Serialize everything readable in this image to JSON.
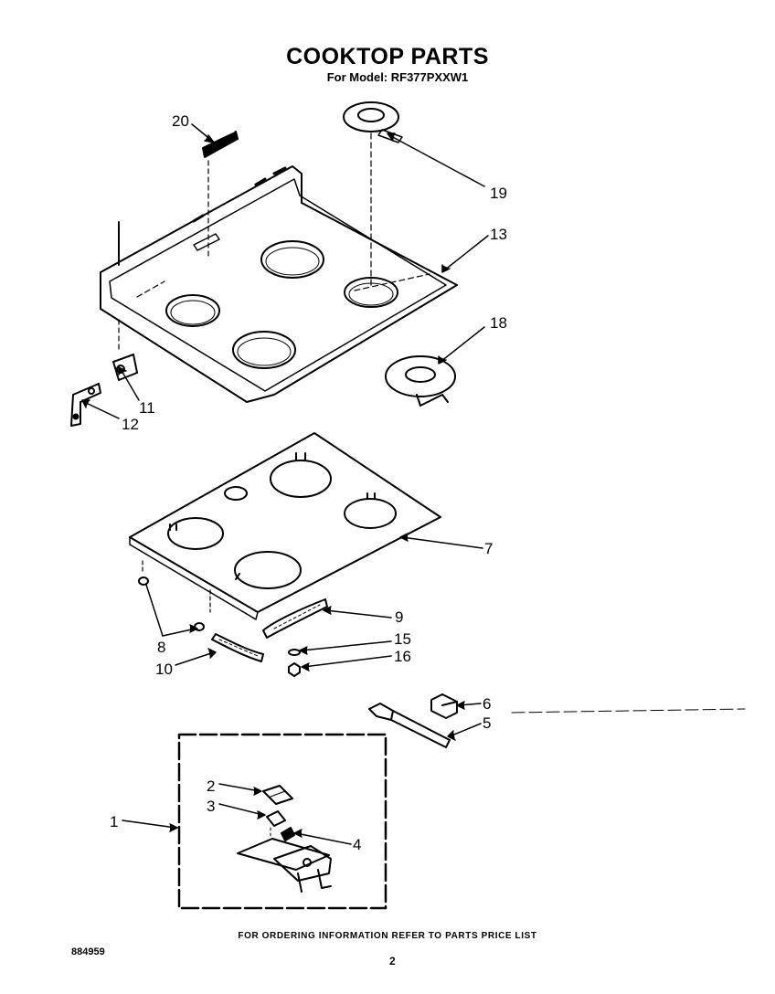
{
  "header": {
    "title": "COOKTOP PARTS",
    "subtitle": "For Model: RF377PXXW1"
  },
  "callouts": [
    "1",
    "2",
    "3",
    "4",
    "5",
    "6",
    "7",
    "8",
    "9",
    "10",
    "11",
    "12",
    "13",
    "15",
    "16",
    "18",
    "19",
    "20"
  ],
  "footer": {
    "ordering_note": "FOR ORDERING INFORMATION REFER TO PARTS PRICE LIST",
    "document_number": "884959",
    "page_number": "2"
  }
}
